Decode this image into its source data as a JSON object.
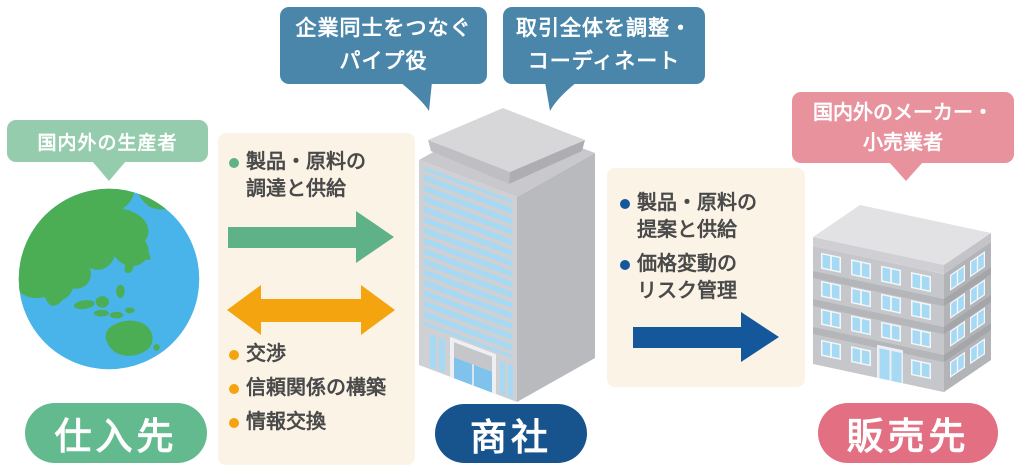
{
  "callouts": {
    "pipe_role": {
      "line1": "企業同士をつなぐ",
      "line2": "パイプ役"
    },
    "coordinate": {
      "line1": "取引全体を調整・",
      "line2": "コーディネート"
    }
  },
  "supplier": {
    "tag": "国内外の生産者",
    "entity": "仕入先"
  },
  "trading_company": {
    "entity": "商社"
  },
  "seller": {
    "tag_line1": "国内外のメーカー・",
    "tag_line2": "小売業者",
    "entity": "販売先"
  },
  "left_panel": {
    "bullet1_line1": "製品・原料の",
    "bullet1_line2": "調達と供給",
    "items": [
      "交渉",
      "信頼関係の構築",
      "情報交換"
    ]
  },
  "right_panel": {
    "bullet1_line1": "製品・原料の",
    "bullet1_line2": "提案と供給",
    "bullet2_line1": "価格変動の",
    "bullet2_line2": "リスク管理"
  },
  "colors": {
    "callout-blue": "#4A86AA",
    "tag-green": "#96CCAE",
    "tag-pink": "#E8929E",
    "pill-green": "#63BA8E",
    "pill-navy": "#17538C",
    "pill-pink": "#E26F82",
    "arrow-green": "#5FB287",
    "arrow-orange": "#F3A40E",
    "arrow-navy": "#15579B",
    "panel-beige": "#FAF3E6",
    "text-dark": "#4A4A4A",
    "ocean-blue": "#49B4E9",
    "land-green": "#4CAE54",
    "window-blue": "#A6D9F4"
  }
}
